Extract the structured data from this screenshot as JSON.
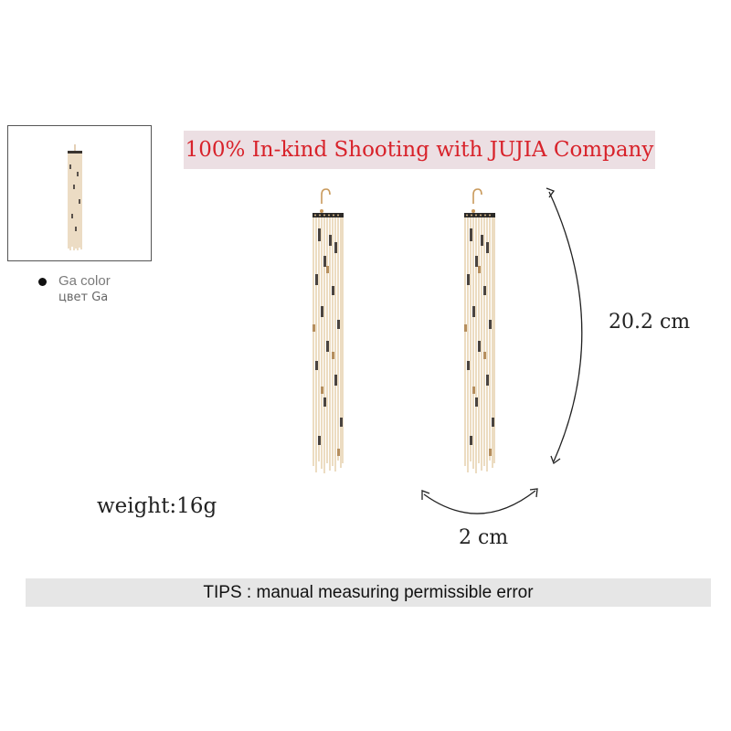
{
  "thumbnail": {
    "icon": "earring-thumbnail"
  },
  "swatch": {
    "label": "Ga color",
    "label_ru": "цвет Ga",
    "dot_color": "#111111"
  },
  "banner": {
    "text": "100% In-kind Shooting with JUJIA Company",
    "text_color": "#d8222a",
    "background": "#ecdfe3"
  },
  "dimensions": {
    "length": "20.2 cm",
    "width": "2 cm"
  },
  "weight": "weight:16g",
  "tips": "TIPS : manual measuring permissible error",
  "colors": {
    "gold": "#d9b98a",
    "dark_bead": "#4a4440",
    "bar": "#2c2a28"
  }
}
